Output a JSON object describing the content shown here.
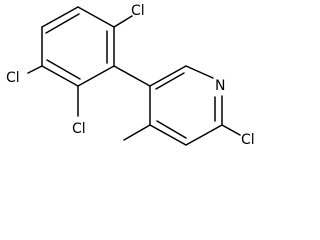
{
  "structure": {
    "atoms": {
      "cl_top": "Cl",
      "cl_left": "Cl",
      "cl_bottom": "Cl",
      "n": "N",
      "cl_right": "Cl"
    }
  }
}
